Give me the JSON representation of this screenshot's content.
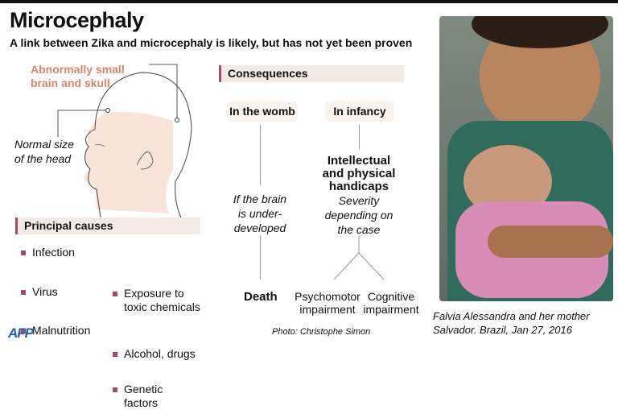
{
  "title": "Microcephaly",
  "subtitle": "A link between Zika and microcephaly is likely, but has not yet been proven",
  "diagram": {
    "small_label": "Abnormally small brain and skull",
    "normal_label_1": "Normal size",
    "normal_label_2": "of the head"
  },
  "causes": {
    "heading": "Principal causes",
    "left": [
      "Infection",
      "Virus",
      "Malnutrition"
    ],
    "right": [
      "Exposure to toxic chemicals",
      "Alcohol, drugs",
      "Genetic factors"
    ]
  },
  "consequences": {
    "heading": "Consequences",
    "womb": {
      "label": "In the womb",
      "condition": "If the brain is under-developed",
      "outcome": "Death"
    },
    "infancy": {
      "label": "In infancy",
      "outcome_1": "Intellectual and physical handicaps",
      "severity": "Severity depending on the case",
      "branch_left": "Psychomotor impairment",
      "branch_right": "Cognitive impairment"
    }
  },
  "photo": {
    "credit": "Photo: Christophe Simon",
    "caption_1": "Falvia Alessandra and her mother",
    "caption_2": "Salvador. Brazil, Jan 27, 2016"
  },
  "logo": "AFP",
  "colors": {
    "accent": "#a84a63",
    "orange": "#d8866a",
    "section_bg": "#f4ebe6"
  }
}
